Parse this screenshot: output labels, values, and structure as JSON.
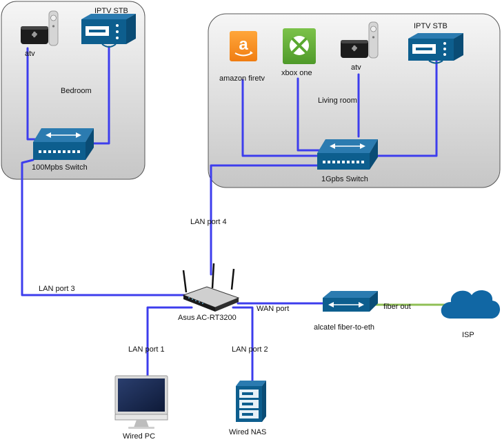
{
  "colors": {
    "lan_wire": "#3d3ded",
    "fiber_wire": "#8fbf55",
    "device_blue": "#0d5e8e",
    "room_fill": "#d8d8d8",
    "cloud": "#1167a4"
  },
  "rooms": {
    "bedroom": {
      "label": "Bedroom",
      "devices": {
        "atv": "atv",
        "stb": "IPTV STB",
        "switch": "100Mpbs Switch"
      }
    },
    "living_room": {
      "label": "Living room",
      "devices": {
        "firetv": "amazon firetv",
        "xbox": "xbox one",
        "atv": "atv",
        "stb": "IPTV STB",
        "switch": "1Gpbs Switch"
      }
    }
  },
  "router": {
    "label": "Asus AC-RT3200"
  },
  "fiber_converter": {
    "label": "alcatel fiber-to-eth"
  },
  "isp": {
    "label": "ISP"
  },
  "wired_pc": {
    "label": "Wired PC"
  },
  "wired_nas": {
    "label": "Wired NAS"
  },
  "ports": {
    "lan1": "LAN port 1",
    "lan2": "LAN port 2",
    "lan3": "LAN port 3",
    "lan4": "LAN port 4",
    "wan": "WAN port",
    "fiber_out": "fiber out"
  },
  "icons": [
    "apple-tv-icon",
    "remote-icon",
    "set-top-box-icon",
    "network-switch-icon",
    "amazon-icon",
    "xbox-icon",
    "wireless-router-icon",
    "media-converter-icon",
    "cloud-icon",
    "monitor-icon",
    "server-icon"
  ]
}
